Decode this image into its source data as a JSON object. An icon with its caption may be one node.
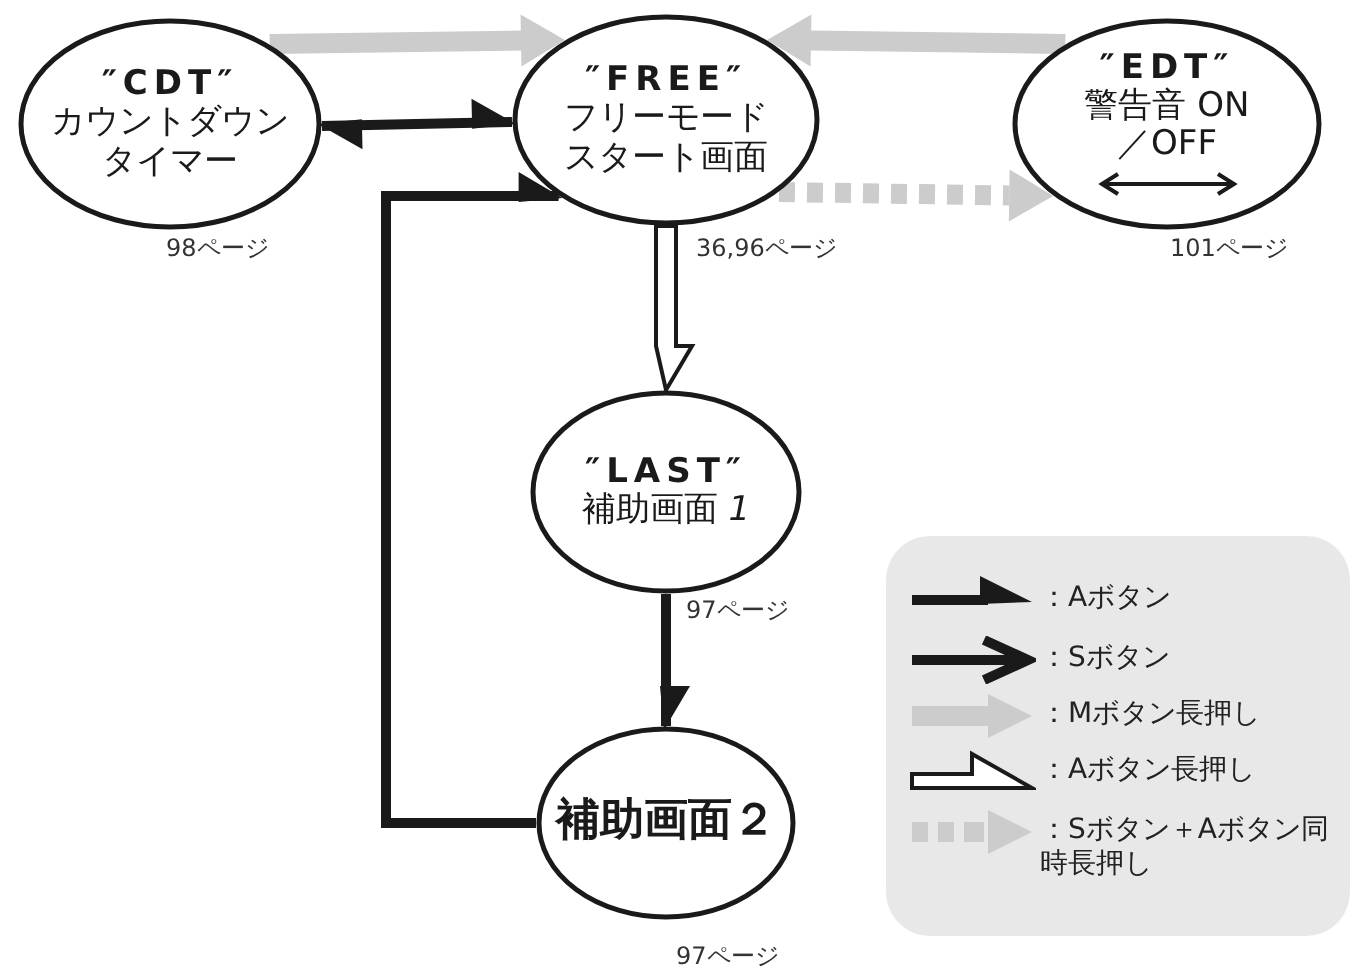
{
  "diagram": {
    "nodes": [
      {
        "text": [
          "″CDT″",
          "カウントダウンタイマー"
        ],
        "beside": [
          "98ページ"
        ]
      },
      {
        "text": [
          "″FREE″",
          "フリーモードスタート画面"
        ],
        "beside": [
          "36,96ページ"
        ]
      },
      {
        "text": [
          "″EDT″",
          "警告音 ON／OFF"
        ],
        "beside": [
          "101ページ"
        ]
      },
      {
        "text": [
          "″LAST″",
          "補助画面 *1*"
        ],
        "beside": [
          "97ページ"
        ]
      },
      {
        "text": [
          "補助画面２"
        ],
        "beside": [
          "97ページ"
        ]
      }
    ],
    "edges": [
      {
        "from": 0,
        "to": 1,
        "arrow": "to",
        "style": "thick",
        "color": "#cccccc"
      },
      {
        "from": 2,
        "to": 1,
        "arrow": "to",
        "style": "thick",
        "color": "#cccccc"
      },
      {
        "from": 0,
        "to": 1,
        "arrow": "both"
      },
      {
        "from": 1,
        "to": 2,
        "arrow": "to",
        "style": "dashed",
        "color": "#cccccc"
      },
      {
        "from": 1,
        "to": 3,
        "arrow": "to",
        "style": "thick",
        "color": "#ffffff"
      },
      {
        "from": 3,
        "to": 4,
        "arrow": "to"
      },
      {
        "from": 4,
        "to": 1,
        "arrow": "to"
      }
    ],
    "legend": [
      {
        "text": "：Aボタン"
      },
      {
        "text": "：Sボタン"
      },
      {
        "text": "：Mボタン長押し"
      },
      {
        "text": "：Aボタン長押し"
      },
      {
        "text": "：Sボタン＋Aボタン同時長押し"
      }
    ]
  }
}
